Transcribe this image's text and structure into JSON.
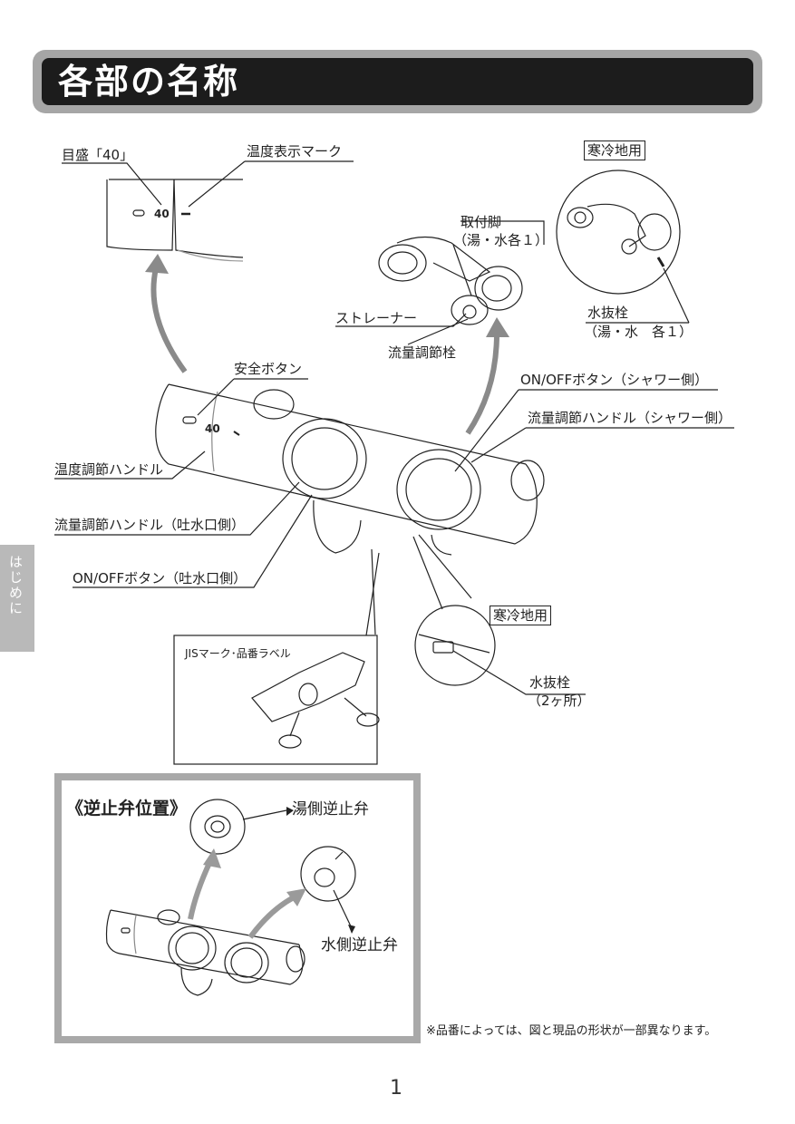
{
  "header": {
    "title": "各部の名称"
  },
  "side_tab": {
    "label": "はじめに"
  },
  "callouts": {
    "scale_40": "目盛「40」",
    "temp_mark": "温度表示マーク",
    "dial_number": "40",
    "cold_region_top": "寒冷地用",
    "mount_leg": "取付脚",
    "mount_leg_sub": "（湯・水各１）",
    "strainer": "ストレーナー",
    "flow_stopcock": "流量調節栓",
    "drain_plug_top": "水抜栓",
    "drain_plug_top_sub": "（湯・水　各１）",
    "safety_button": "安全ボタン",
    "onoff_shower": "ON/OFFボタン（シャワー側）",
    "flow_handle_shower": "流量調節ハンドル（シャワー側）",
    "temp_handle": "温度調節ハンドル",
    "flow_handle_spout": "流量調節ハンドル（吐水口側）",
    "onoff_spout": "ON/OFFボタン（吐水口側）",
    "cold_region_bottom": "寒冷地用",
    "drain_plug_bottom": "水抜栓",
    "drain_plug_bottom_sub": "（2ヶ所）",
    "jis_label": "JISマーク･品番ラベル"
  },
  "valve_section": {
    "title": "《逆止弁位置》",
    "hot_check_valve": "湯側逆止弁",
    "cold_check_valve": "水側逆止弁"
  },
  "note": "※品番によっては、図と現品の形状が一部異なります。",
  "page_number": "1"
}
